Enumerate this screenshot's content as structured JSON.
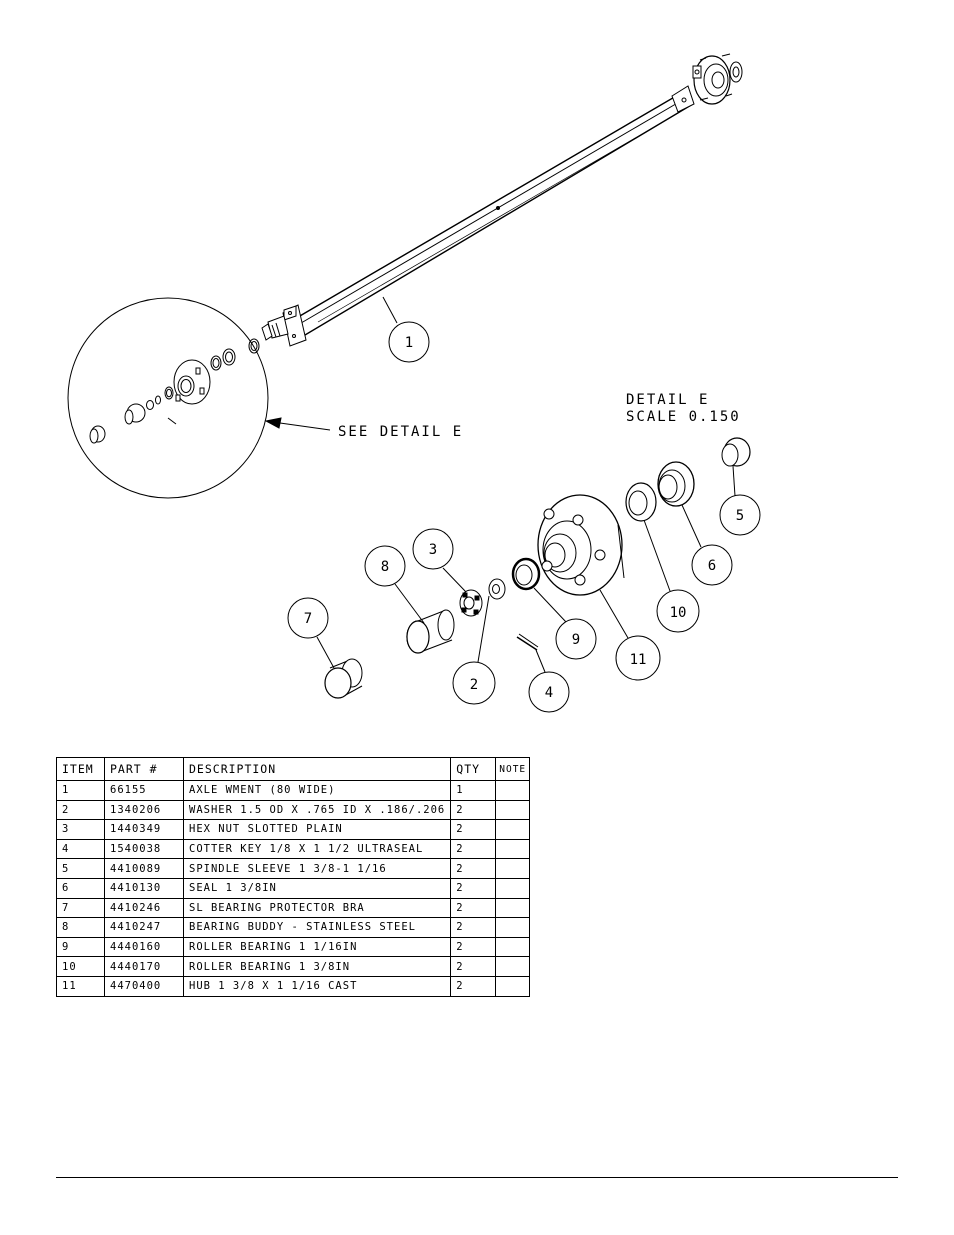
{
  "detail": {
    "title": "DETAIL  E",
    "scale": "SCALE  0.150",
    "callout": "SEE DETAIL  E"
  },
  "balloons": [
    "1",
    "2",
    "3",
    "4",
    "5",
    "6",
    "7",
    "8",
    "9",
    "10",
    "11"
  ],
  "bom": {
    "headers": {
      "item": "ITEM",
      "part": "PART #",
      "description": "DESCRIPTION",
      "qty": "QTY",
      "note": "NOTE"
    },
    "rows": [
      {
        "item": "1",
        "part": "66155",
        "description": "AXLE WMENT (80 WIDE)",
        "qty": "1",
        "note": ""
      },
      {
        "item": "2",
        "part": "1340206",
        "description": "WASHER 1.5 OD X .765 ID X .186/.206",
        "qty": "2",
        "note": ""
      },
      {
        "item": "3",
        "part": "1440349",
        "description": "HEX NUT SLOTTED PLAIN",
        "qty": "2",
        "note": ""
      },
      {
        "item": "4",
        "part": "1540038",
        "description": "COTTER KEY 1/8 X 1 1/2 ULTRASEAL",
        "qty": "2",
        "note": ""
      },
      {
        "item": "5",
        "part": "4410089",
        "description": "SPINDLE SLEEVE  1 3/8-1 1/16",
        "qty": "2",
        "note": ""
      },
      {
        "item": "6",
        "part": "4410130",
        "description": "SEAL  1 3/8IN",
        "qty": "2",
        "note": ""
      },
      {
        "item": "7",
        "part": "4410246",
        "description": "SL BEARING PROTECTOR BRA",
        "qty": "2",
        "note": ""
      },
      {
        "item": "8",
        "part": "4410247",
        "description": "BEARING BUDDY - STAINLESS STEEL",
        "qty": "2",
        "note": ""
      },
      {
        "item": "9",
        "part": "4440160",
        "description": "ROLLER BEARING   1 1/16IN",
        "qty": "2",
        "note": ""
      },
      {
        "item": "10",
        "part": "4440170",
        "description": "ROLLER BEARING   1 3/8IN",
        "qty": "2",
        "note": ""
      },
      {
        "item": "11",
        "part": "4470400",
        "description": "HUB  1 3/8 X 1 1/16 CAST",
        "qty": "2",
        "note": ""
      }
    ]
  }
}
